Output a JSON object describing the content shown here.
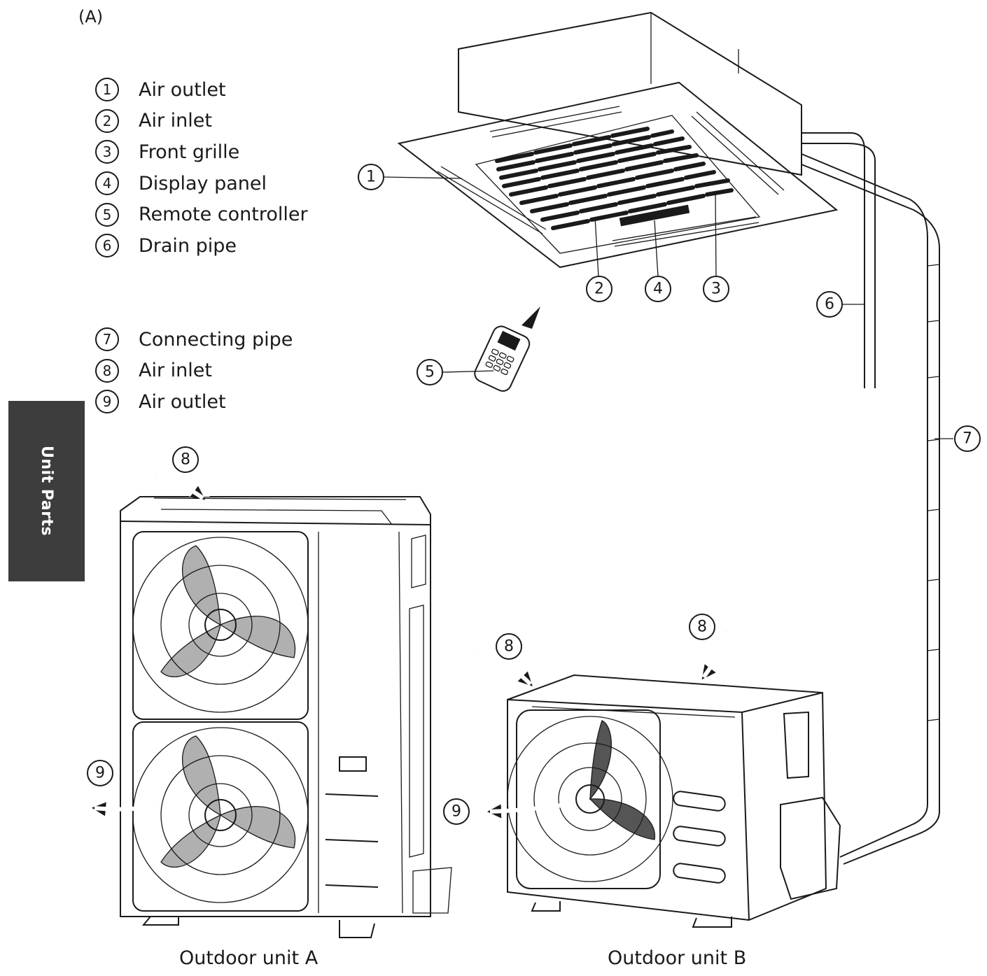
{
  "figure_label": "(A)",
  "side_tab": "Unit Parts",
  "legend_top": [
    {
      "num": "1",
      "label": "Air outlet"
    },
    {
      "num": "2",
      "label": "Air inlet"
    },
    {
      "num": "3",
      "label": "Front grille"
    },
    {
      "num": "4",
      "label": "Display panel"
    },
    {
      "num": "5",
      "label": "Remote controller"
    },
    {
      "num": "6",
      "label": "Drain pipe"
    }
  ],
  "legend_bottom": [
    {
      "num": "7",
      "label": "Connecting pipe"
    },
    {
      "num": "8",
      "label": "Air inlet"
    },
    {
      "num": "9",
      "label": "Air outlet"
    }
  ],
  "callouts": {
    "c1": "1",
    "c2": "2",
    "c3": "3",
    "c4": "4",
    "c5": "5",
    "c6": "6",
    "c7": "7",
    "c8a": "8",
    "c8b": "8",
    "c8c": "8",
    "c9a": "9",
    "c9b": "9"
  },
  "captions": {
    "unit_a": "Outdoor unit A",
    "unit_b": "Outdoor unit B"
  },
  "colors": {
    "ink": "#1a1a1a",
    "tab_bg": "#3d3d3d",
    "fan_blade": "#b0b0b0"
  }
}
